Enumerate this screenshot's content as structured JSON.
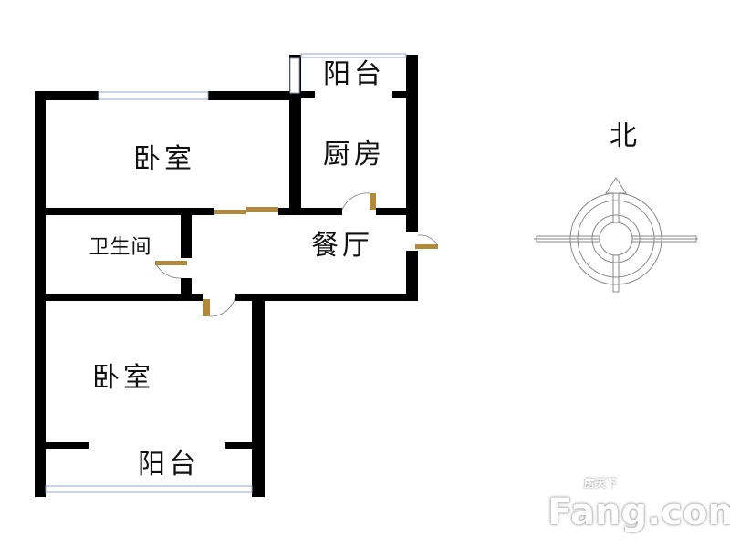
{
  "rooms": {
    "bedroom_north": "卧室",
    "kitchen": "厨房",
    "balcony_north": "阳台",
    "bathroom": "卫生间",
    "dining": "餐厅",
    "bedroom_south": "卧室",
    "balcony_south": "阳台"
  },
  "compass": {
    "north_label": "北"
  },
  "watermark": {
    "brand": "Fang.com",
    "brand_cn": "房天下"
  },
  "colors": {
    "wall": "#000000",
    "door": "#b08a3a",
    "window": "#9aa4c8"
  }
}
